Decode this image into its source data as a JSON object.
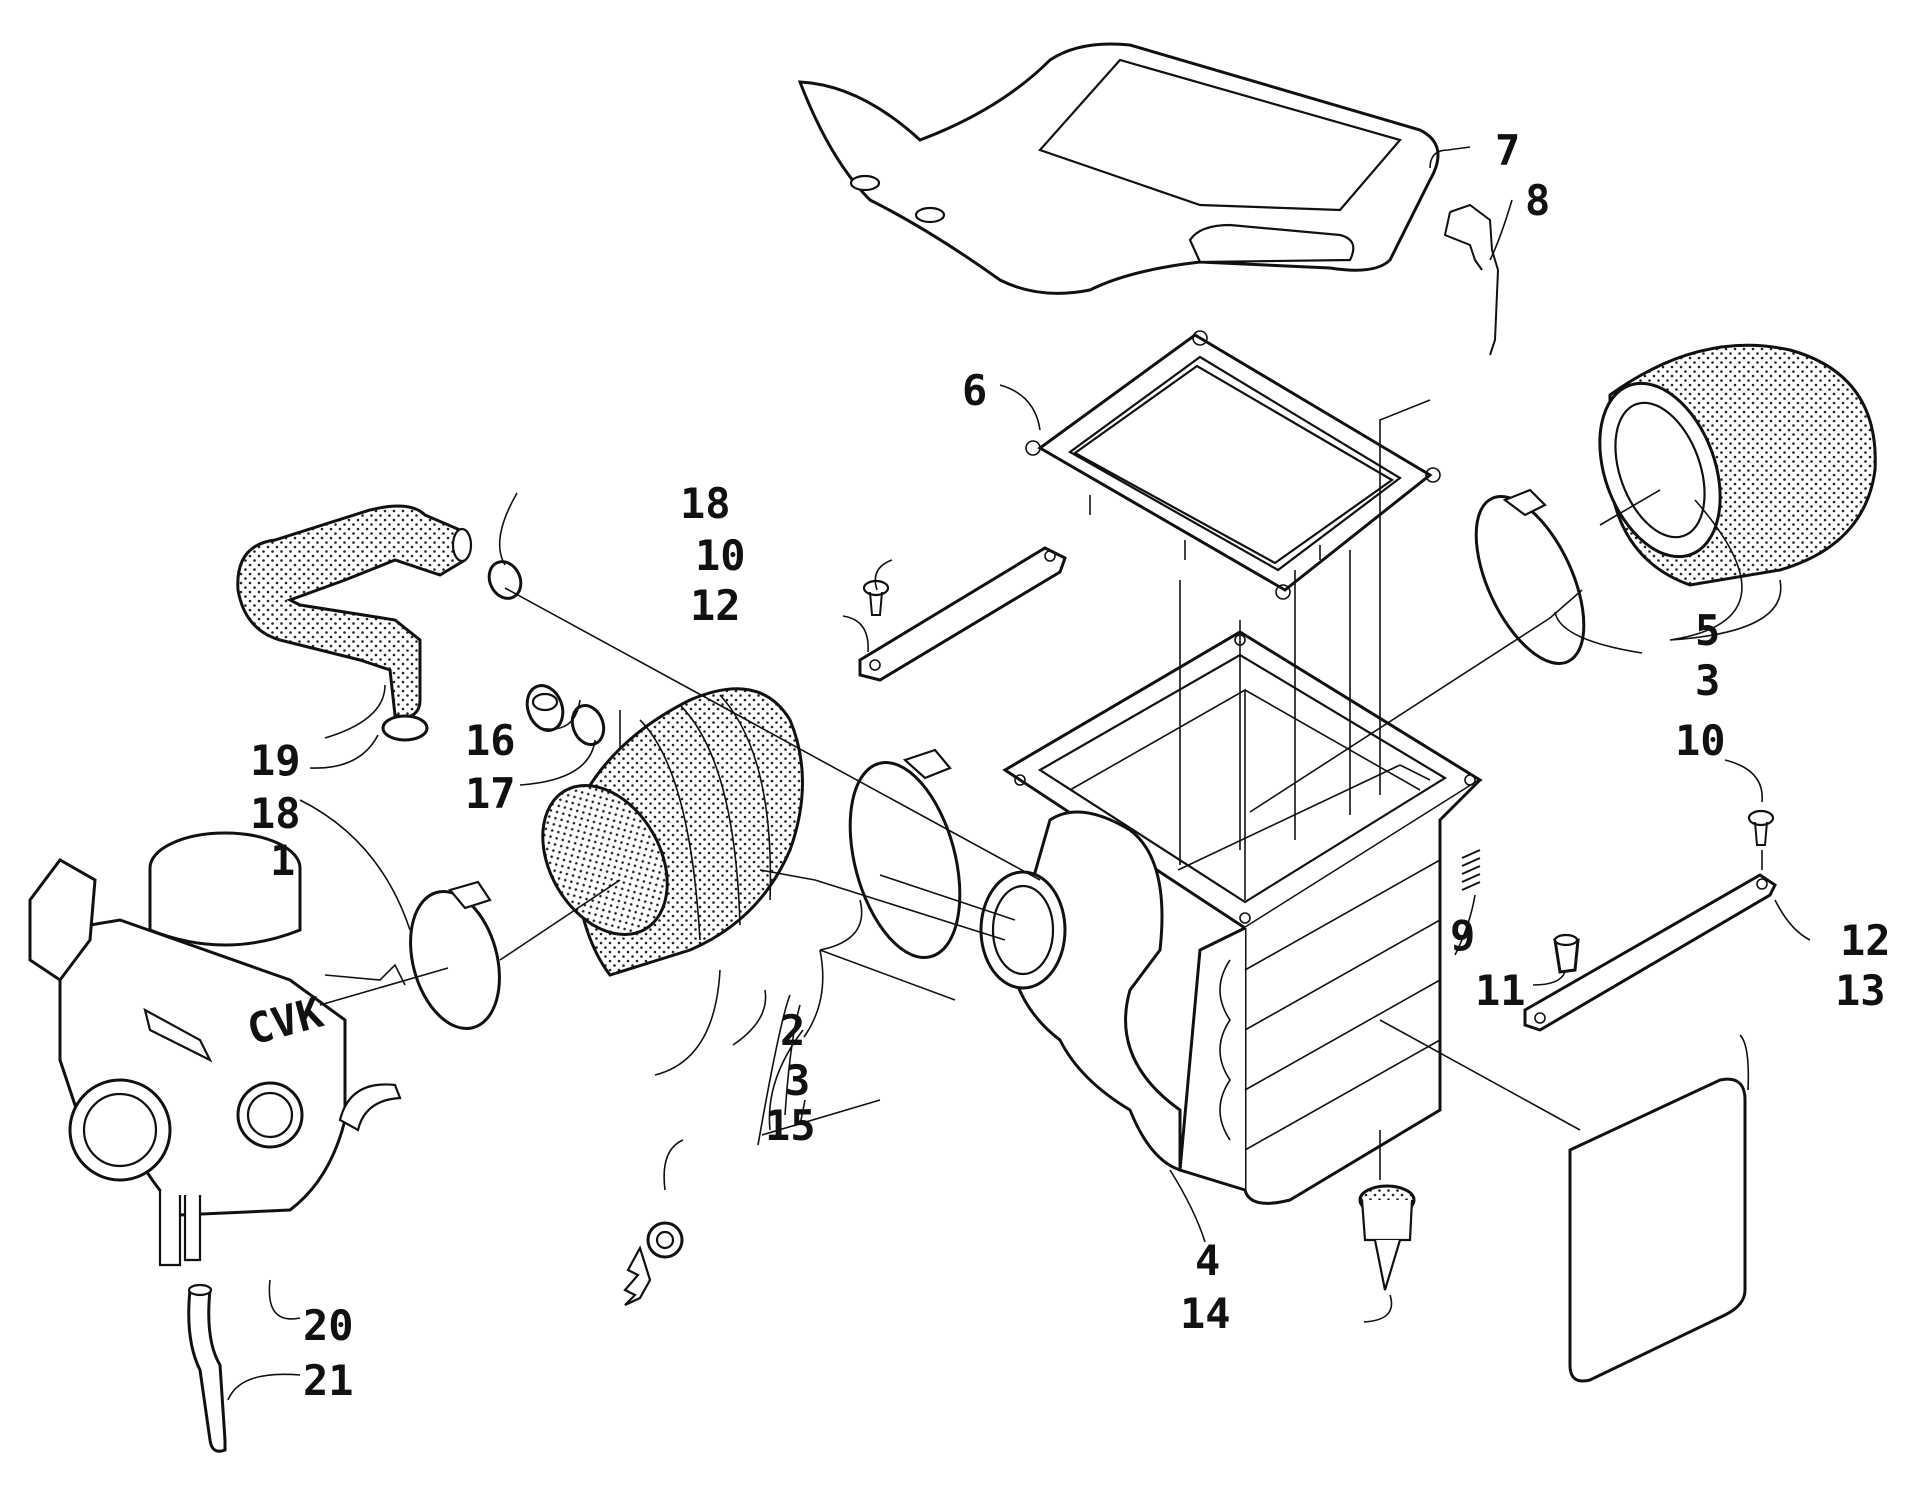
{
  "callouts": {
    "c1": "1",
    "c2": "2",
    "c3a": "3",
    "c3b": "3",
    "c4": "4",
    "c5": "5",
    "c6": "6",
    "c7": "7",
    "c8": "8",
    "c9": "9",
    "c10a": "10",
    "c10b": "10",
    "c11": "11",
    "c12a": "12",
    "c12b": "12",
    "c13": "13",
    "c14": "14",
    "c15": "15",
    "c16": "16",
    "c17": "17",
    "c18a": "18",
    "c18b": "18",
    "c19": "19",
    "c20": "20",
    "c21": "21"
  },
  "carburetor_marking": "CVK"
}
